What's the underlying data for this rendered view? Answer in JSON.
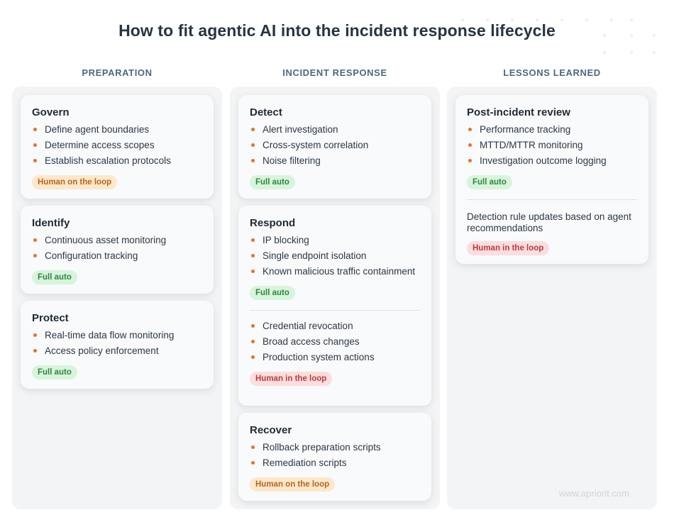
{
  "title": "How to fit agentic AI into the incident response lifecycle",
  "watermark": "www.apriorit.com",
  "columns": [
    {
      "header": "PREPARATION",
      "cards": [
        {
          "title": "Govern",
          "items": [
            "Define agent boundaries",
            "Determine access scopes",
            "Establish escalation protocols"
          ],
          "tag": "Human on the loop"
        },
        {
          "title": "Identify",
          "items": [
            "Continuous asset monitoring",
            "Configuration tracking"
          ],
          "tag": "Full auto"
        },
        {
          "title": "Protect",
          "items": [
            "Real-time data flow monitoring",
            "Access policy enforcement"
          ],
          "tag": "Full auto"
        }
      ]
    },
    {
      "header": "INCIDENT RESPONSE",
      "cards": [
        {
          "title": "Detect",
          "items": [
            "Alert investigation",
            "Cross-system correlation",
            "Noise filtering"
          ],
          "tag": "Full auto"
        },
        {
          "title": "Respond",
          "items": [
            "IP blocking",
            "Single endpoint isolation",
            "Known malicious traffic containment"
          ],
          "tag": "Full auto",
          "items_2": [
            "Credential revocation",
            "Broad access changes",
            "Production system actions"
          ],
          "tag_2": "Human in the loop"
        },
        {
          "title": "Recover",
          "items": [
            "Rollback preparation scripts",
            "Remediation scripts"
          ],
          "tag": "Human on the loop"
        }
      ]
    },
    {
      "header": "LESSONS LEARNED",
      "cards": [
        {
          "title": "Post-incident review",
          "items": [
            "Performance tracking",
            "MTTD/MTTR monitoring",
            "Investigation outcome logging"
          ],
          "tag": "Full auto",
          "text_2": "Detection rule updates based on agent recommendations",
          "tag_2": "Human in the loop"
        }
      ]
    }
  ],
  "colors": {
    "bullet": "#e8702a",
    "tag_full_auto": "#2b8a3a",
    "tag_human_on_the_loop": "#b8661a",
    "tag_human_in_the_loop": "#c0383c"
  }
}
